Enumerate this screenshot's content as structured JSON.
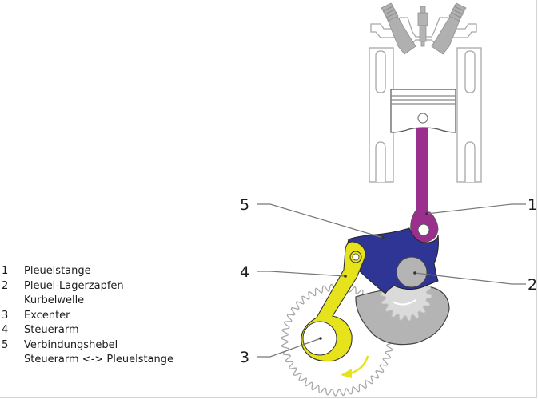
{
  "legend": [
    {
      "number": "1",
      "lines": [
        "Pleuelstange"
      ]
    },
    {
      "number": "2",
      "lines": [
        "Pleuel-Lagerzapfen",
        "Kurbelwelle"
      ]
    },
    {
      "number": "3",
      "lines": [
        "Excenter"
      ]
    },
    {
      "number": "4",
      "lines": [
        "Steuerarm"
      ]
    },
    {
      "number": "5",
      "lines": [
        "Verbindungshebel",
        "Steuerarm <-> Pleuelstange"
      ]
    }
  ],
  "callouts": {
    "c1": "1",
    "c2": "2",
    "c3": "3",
    "c4": "4",
    "c5": "5"
  },
  "colors": {
    "connecting_rod": "#9b2f8e",
    "connecting_lever": "#2f3594",
    "control_arm": "#e6e21c",
    "crank_gray": "#b4b4b4",
    "gear_light": "#d9d9d9",
    "engine_outline": "#9a9a9a",
    "leader_line": "#777777",
    "rotation_arrow": "#e6e21c"
  }
}
